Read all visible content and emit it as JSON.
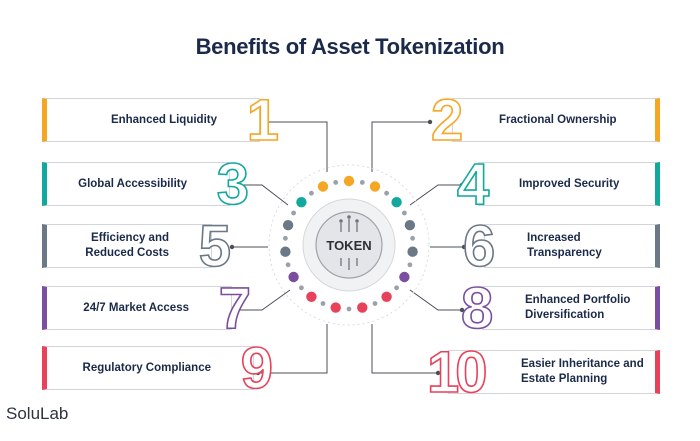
{
  "title": "Benefits of Asset Tokenization",
  "center_label": "TOKEN",
  "brand": "SoluLab",
  "colors": {
    "orange": "#f5a623",
    "teal": "#13a89e",
    "slate": "#6b7886",
    "purple": "#7b4fa0",
    "red": "#e8415a",
    "navy": "#1b2a4a"
  },
  "benefits": [
    {
      "number": "1",
      "label": "Enhanced Liquidity",
      "color": "#f5a623"
    },
    {
      "number": "2",
      "label": "Fractional Ownership",
      "color": "#f5a623"
    },
    {
      "number": "3",
      "label": "Global Accessibility",
      "color": "#13a89e"
    },
    {
      "number": "4",
      "label": "Improved Security",
      "color": "#13a89e"
    },
    {
      "number": "5",
      "label": "Efficiency and Reduced Costs",
      "color": "#6b7886"
    },
    {
      "number": "6",
      "label": "Increased Transparency",
      "color": "#6b7886"
    },
    {
      "number": "7",
      "label": "24/7 Market Access",
      "color": "#7b4fa0"
    },
    {
      "number": "8",
      "label": "Enhanced Portfolio Diversification",
      "color": "#7b4fa0"
    },
    {
      "number": "9",
      "label": "Regulatory Compliance",
      "color": "#e8415a"
    },
    {
      "number": "10",
      "label": "Easier Inheritance and Estate Planning",
      "color": "#e8415a"
    }
  ]
}
